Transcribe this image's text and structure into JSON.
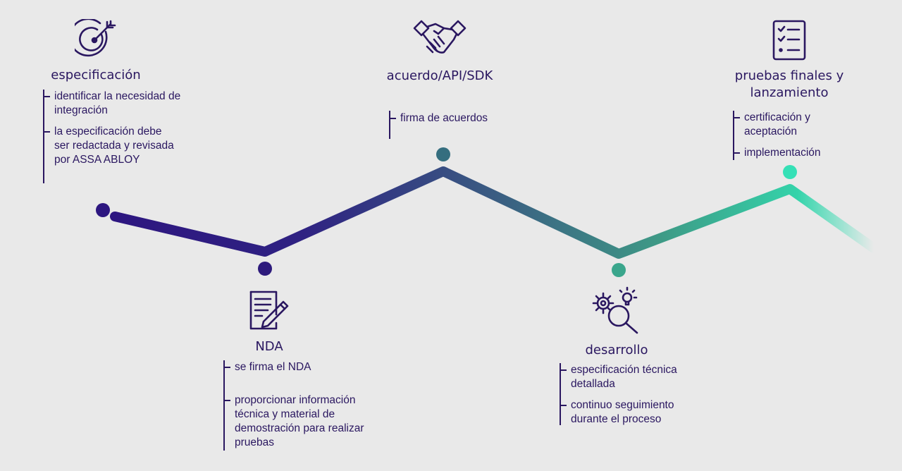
{
  "colors": {
    "start": "#2d1680",
    "mid": "#356e7f",
    "end": "#35e0b6",
    "text": "#2a1760"
  },
  "stages": [
    {
      "title": "especificación",
      "icon": "target-arrow-icon",
      "items": [
        "identificar la necesidad de integración",
        "la especificación debe ser redactada y revisada por ASSA ABLOY"
      ]
    },
    {
      "title": "NDA",
      "icon": "document-pen-icon",
      "items": [
        "se firma el NDA",
        "proporcionar información técnica y material de demostración para realizar pruebas"
      ]
    },
    {
      "title": "acuerdo/API/SDK",
      "icon": "handshake-icon",
      "items": [
        "firma de acuerdos"
      ]
    },
    {
      "title": "desarrollo",
      "icon": "gear-magnifier-icon",
      "items": [
        "especificación técnica detallada",
        "continuo seguimiento durante el proceso"
      ]
    },
    {
      "title": "pruebas finales y lanzamiento",
      "icon": "checklist-icon",
      "items": [
        "certificación y aceptación",
        "implementación"
      ]
    }
  ]
}
